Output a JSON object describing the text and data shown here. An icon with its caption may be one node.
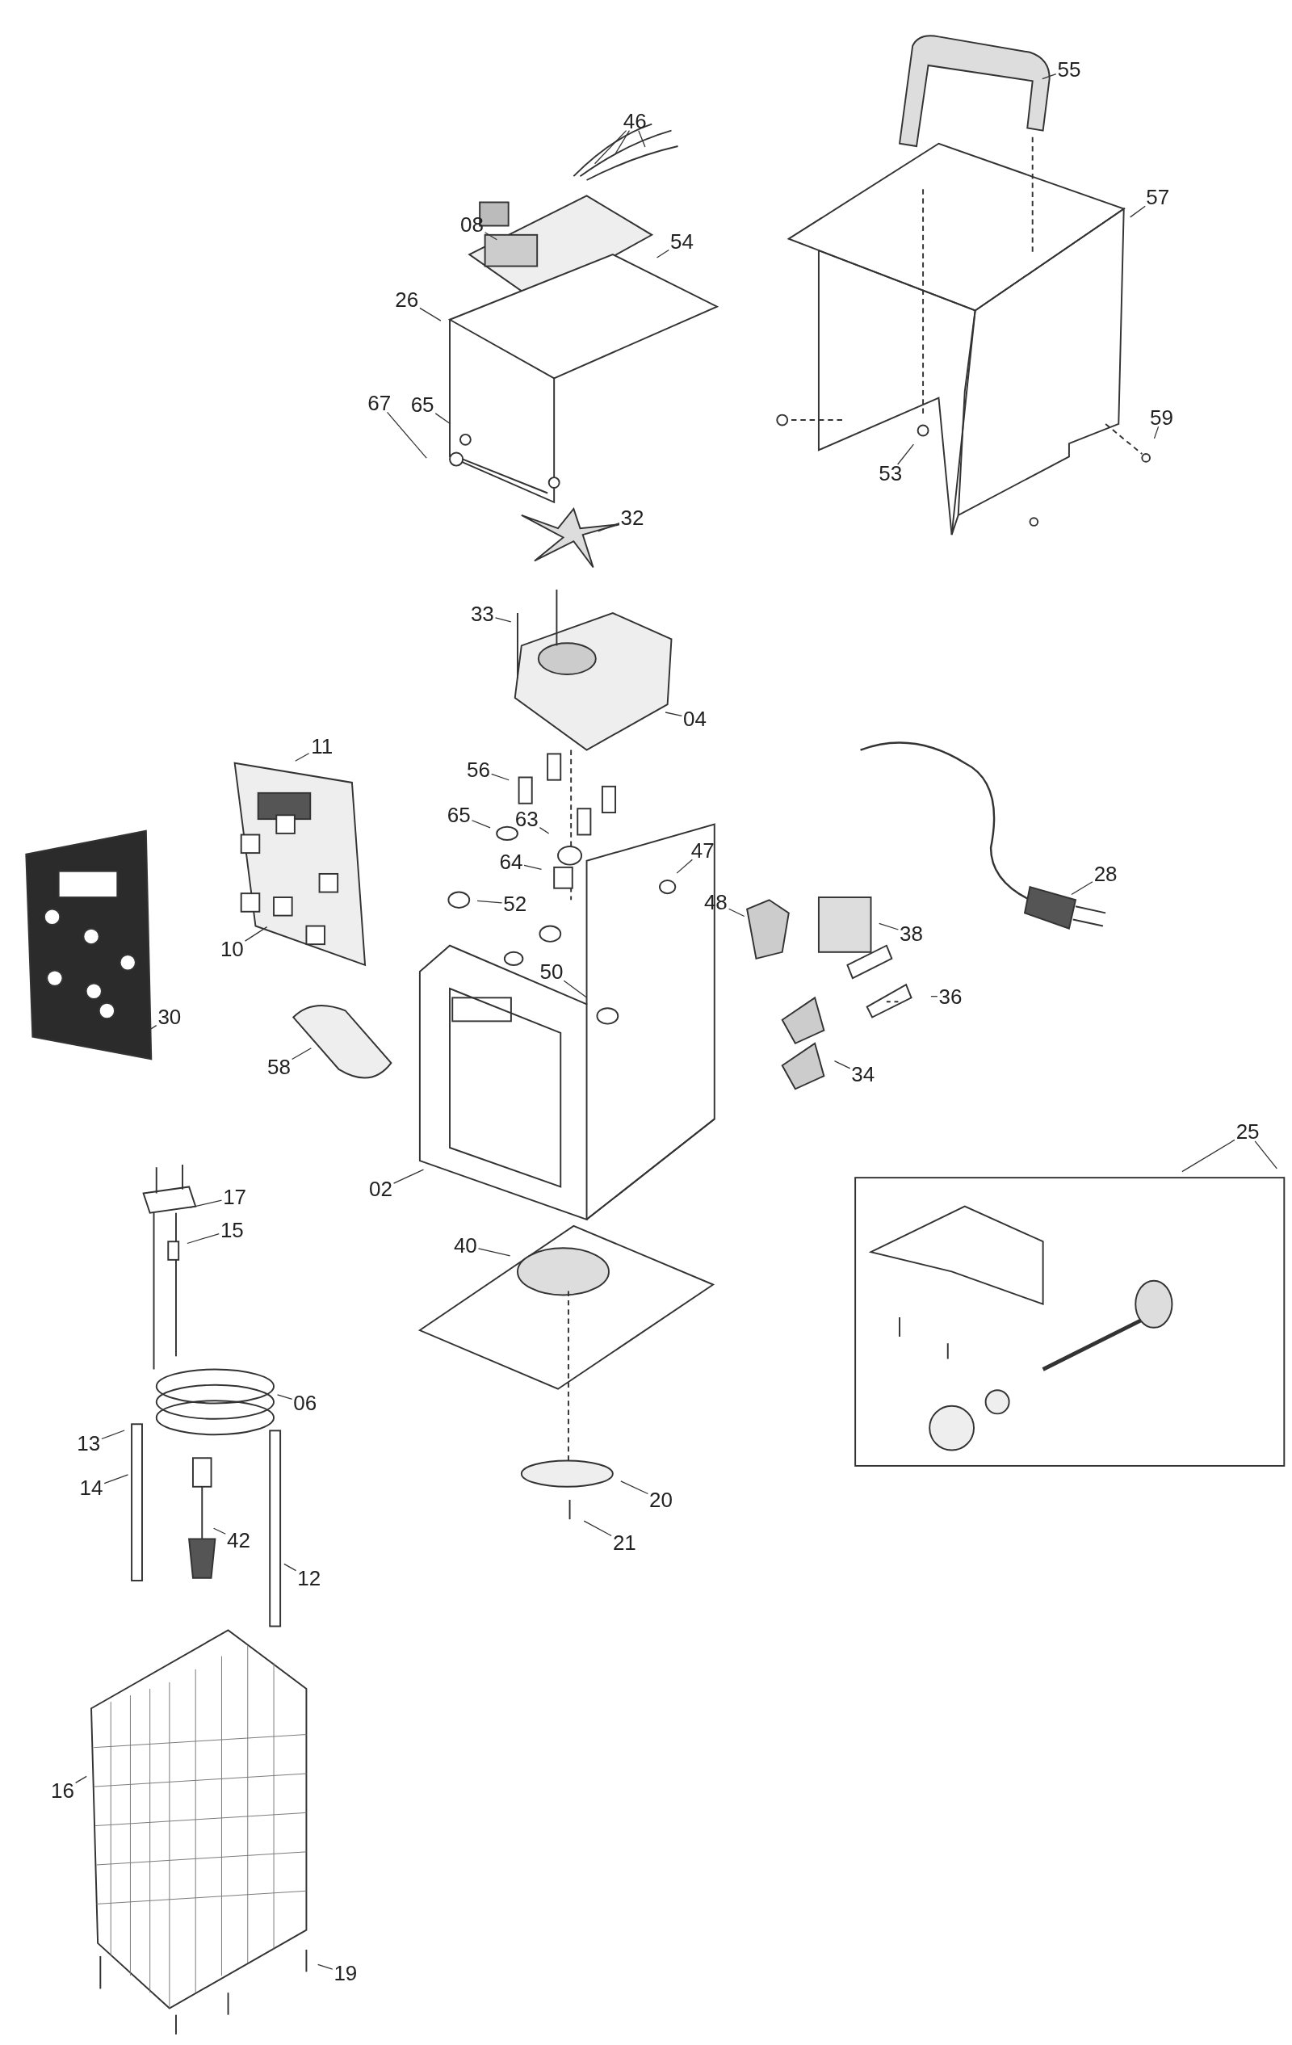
{
  "diagram": {
    "nodes": [
      {
        "text": [
          "46"
        ]
      },
      {
        "text": [
          "08"
        ]
      },
      {
        "text": [
          "54"
        ]
      },
      {
        "text": [
          "26"
        ]
      },
      {
        "text": [
          "67"
        ]
      },
      {
        "text": [
          "65"
        ]
      },
      {
        "text": [
          "55"
        ]
      },
      {
        "text": [
          "57"
        ]
      },
      {
        "text": [
          "59"
        ]
      },
      {
        "text": [
          "53"
        ]
      },
      {
        "text": [
          "32"
        ]
      },
      {
        "text": [
          "33"
        ]
      },
      {
        "text": [
          "04"
        ]
      },
      {
        "text": [
          "11"
        ]
      },
      {
        "text": [
          "56"
        ]
      },
      {
        "text": [
          "65"
        ]
      },
      {
        "text": [
          "63"
        ]
      },
      {
        "text": [
          "47"
        ]
      },
      {
        "text": [
          "64"
        ]
      },
      {
        "text": [
          "28"
        ]
      },
      {
        "text": [
          "52"
        ]
      },
      {
        "text": [
          "48"
        ]
      },
      {
        "text": [
          "38"
        ]
      },
      {
        "text": [
          "10"
        ]
      },
      {
        "text": [
          "50"
        ]
      },
      {
        "text": [
          "36"
        ]
      },
      {
        "text": [
          "30"
        ]
      },
      {
        "text": [
          "58"
        ]
      },
      {
        "text": [
          "34"
        ]
      },
      {
        "text": [
          "25"
        ]
      },
      {
        "text": [
          "02"
        ]
      },
      {
        "text": [
          "17"
        ]
      },
      {
        "text": [
          "15"
        ]
      },
      {
        "text": [
          "40"
        ]
      },
      {
        "text": [
          "06"
        ]
      },
      {
        "text": [
          "13"
        ]
      },
      {
        "text": [
          "14"
        ]
      },
      {
        "text": [
          "20"
        ]
      },
      {
        "text": [
          "21"
        ]
      },
      {
        "text": [
          "42"
        ]
      },
      {
        "text": [
          "12"
        ]
      },
      {
        "text": [
          "16"
        ]
      },
      {
        "text": [
          "19"
        ]
      }
    ],
    "edges": [
      {
        "from": 0,
        "to": null,
        "arrow": "none"
      },
      {
        "from": 0,
        "to": null,
        "arrow": "none"
      },
      {
        "from": 0,
        "to": null,
        "arrow": "none"
      },
      {
        "from": 1,
        "to": null,
        "arrow": "none"
      },
      {
        "from": 2,
        "to": null,
        "arrow": "none"
      },
      {
        "from": 3,
        "to": null,
        "arrow": "none"
      },
      {
        "from": 4,
        "to": null,
        "arrow": "none"
      },
      {
        "from": 5,
        "to": null,
        "arrow": "none"
      },
      {
        "from": 6,
        "to": null,
        "arrow": "none"
      },
      {
        "from": 7,
        "to": null,
        "arrow": "none"
      },
      {
        "from": 8,
        "to": null,
        "arrow": "none"
      },
      {
        "from": 9,
        "to": null,
        "arrow": "none"
      },
      {
        "from": 10,
        "to": null,
        "arrow": "none"
      },
      {
        "from": 11,
        "to": null,
        "arrow": "none"
      },
      {
        "from": 12,
        "to": null,
        "arrow": "none"
      },
      {
        "from": 13,
        "to": null,
        "arrow": "none"
      },
      {
        "from": 14,
        "to": null,
        "arrow": "none"
      },
      {
        "from": 15,
        "to": null,
        "arrow": "none"
      },
      {
        "from": 16,
        "to": null,
        "arrow": "none"
      },
      {
        "from": 17,
        "to": null,
        "arrow": "none"
      },
      {
        "from": 18,
        "to": null,
        "arrow": "none"
      },
      {
        "from": 19,
        "to": null,
        "arrow": "none"
      },
      {
        "from": 20,
        "to": null,
        "arrow": "none"
      },
      {
        "from": 21,
        "to": null,
        "arrow": "none"
      },
      {
        "from": 22,
        "to": null,
        "arrow": "none"
      },
      {
        "from": 23,
        "to": null,
        "arrow": "none"
      },
      {
        "from": 24,
        "to": null,
        "arrow": "none"
      },
      {
        "from": 25,
        "to": null,
        "arrow": "none"
      },
      {
        "from": 26,
        "to": null,
        "arrow": "none"
      },
      {
        "from": 27,
        "to": null,
        "arrow": "none"
      },
      {
        "from": 28,
        "to": null,
        "arrow": "none"
      },
      {
        "from": 29,
        "to": null,
        "arrow": "none"
      },
      {
        "from": 29,
        "to": null,
        "arrow": "none"
      },
      {
        "from": 30,
        "to": null,
        "arrow": "none"
      },
      {
        "from": 31,
        "to": null,
        "arrow": "none"
      },
      {
        "from": 32,
        "to": null,
        "arrow": "none"
      },
      {
        "from": 33,
        "to": null,
        "arrow": "none"
      },
      {
        "from": 34,
        "to": null,
        "arrow": "none"
      },
      {
        "from": 35,
        "to": null,
        "arrow": "none"
      },
      {
        "from": 36,
        "to": null,
        "arrow": "none"
      },
      {
        "from": 37,
        "to": null,
        "arrow": "none"
      },
      {
        "from": 38,
        "to": null,
        "arrow": "none"
      },
      {
        "from": 39,
        "to": null,
        "arrow": "none"
      },
      {
        "from": 40,
        "to": null,
        "arrow": "none"
      },
      {
        "from": 41,
        "to": null,
        "arrow": "none"
      },
      {
        "from": 42,
        "to": null,
        "arrow": "none"
      }
    ]
  }
}
